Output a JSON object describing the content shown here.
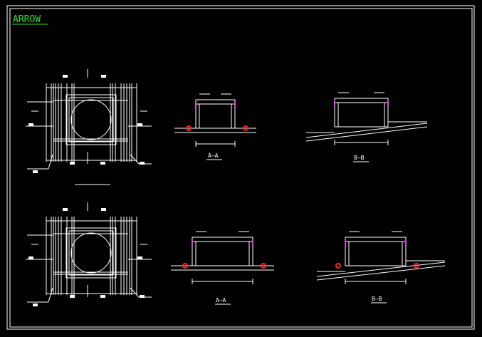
{
  "title": "ARROW",
  "colors": {
    "background": "#000000",
    "lines": "#ffffff",
    "title": "#33dd33",
    "accent_magenta": "#e040e0",
    "accent_red": "#ff2020"
  },
  "sections": {
    "top_aa": "A—A",
    "top_bb": "B—B",
    "bottom_aa": "A—A",
    "bottom_bb": "B—B"
  }
}
